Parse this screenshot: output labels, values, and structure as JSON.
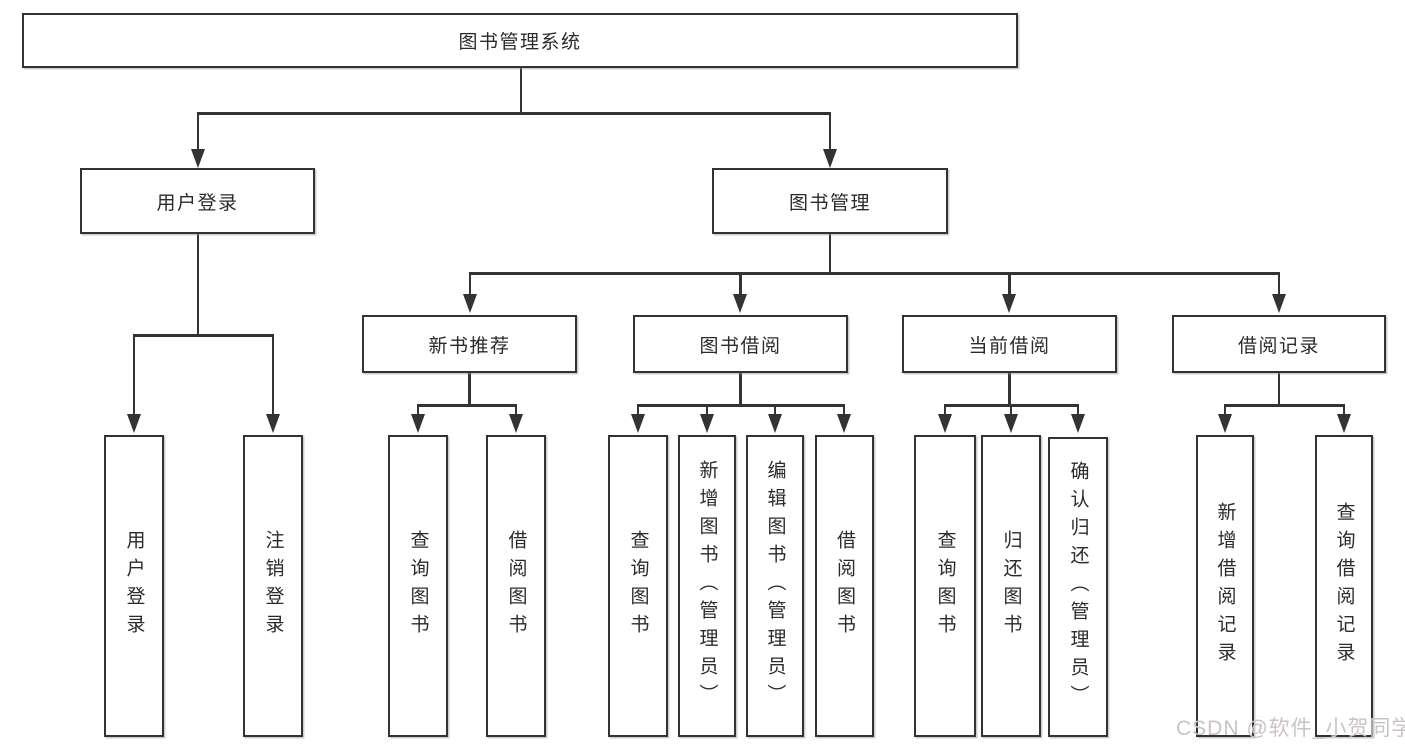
{
  "diagram": {
    "type": "tree",
    "root": {
      "label": "图书管理系统",
      "children": [
        {
          "label": "用户登录",
          "children": [
            {
              "label": "用户登录"
            },
            {
              "label": "注销登录"
            }
          ]
        },
        {
          "label": "图书管理",
          "children": [
            {
              "label": "新书推荐",
              "children": [
                {
                  "label": "查询图书"
                },
                {
                  "label": "借阅图书"
                }
              ]
            },
            {
              "label": "图书借阅",
              "children": [
                {
                  "label": "查询图书"
                },
                {
                  "label": "新增图书（管理员）"
                },
                {
                  "label": "编辑图书（管理员）"
                },
                {
                  "label": "借阅图书"
                }
              ]
            },
            {
              "label": "当前借阅",
              "children": [
                {
                  "label": "查询图书"
                },
                {
                  "label": "归还图书"
                },
                {
                  "label": "确认归还（管理员）"
                }
              ]
            },
            {
              "label": "借阅记录",
              "children": [
                {
                  "label": "新增借阅记录"
                },
                {
                  "label": "查询借阅记录"
                }
              ]
            }
          ]
        }
      ]
    }
  },
  "watermark": {
    "text": "CSDN @软件_小贺同学"
  },
  "colors": {
    "line": "#333333",
    "box_border": "#323232",
    "text": "#2b2b2b",
    "watermark": "#c9c3c5",
    "background": "#ffffff"
  }
}
